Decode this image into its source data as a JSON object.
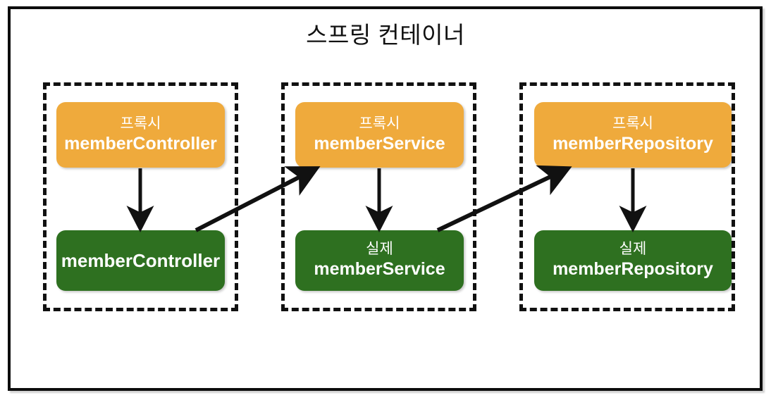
{
  "diagram": {
    "title": "스프링 컨테이너",
    "frame": {
      "border_color": "#0d0d0d"
    },
    "colors": {
      "proxy": "#efaa3c",
      "real": "#2e7020",
      "stroke": "#111111",
      "text_on_box": "#ffffff",
      "background": "#ffffff"
    },
    "groups": [
      {
        "id": "member-controller-group",
        "proxy": {
          "prefix": "프록시",
          "name": "memberController"
        },
        "real": {
          "prefix": "",
          "name": "memberController"
        }
      },
      {
        "id": "member-service-group",
        "proxy": {
          "prefix": "프록시",
          "name": "memberService"
        },
        "real": {
          "prefix": "실제",
          "name": "memberService"
        }
      },
      {
        "id": "member-repository-group",
        "proxy": {
          "prefix": "프록시",
          "name": "memberRepository"
        },
        "real": {
          "prefix": "실제",
          "name": "memberRepository"
        }
      }
    ],
    "arrows": [
      {
        "id": "proxy-to-real-controller",
        "kind": "vertical",
        "from": "프록시 memberController",
        "to": "memberController"
      },
      {
        "id": "proxy-to-real-service",
        "kind": "vertical",
        "from": "프록시 memberService",
        "to": "실제 memberService"
      },
      {
        "id": "proxy-to-real-repository",
        "kind": "vertical",
        "from": "프록시 memberRepository",
        "to": "실제 memberRepository"
      },
      {
        "id": "controller-to-proxy-service",
        "kind": "diagonal",
        "from": "memberController",
        "to": "프록시 memberService"
      },
      {
        "id": "service-to-proxy-repository",
        "kind": "diagonal",
        "from": "실제 memberService",
        "to": "프록시 memberRepository"
      }
    ]
  }
}
